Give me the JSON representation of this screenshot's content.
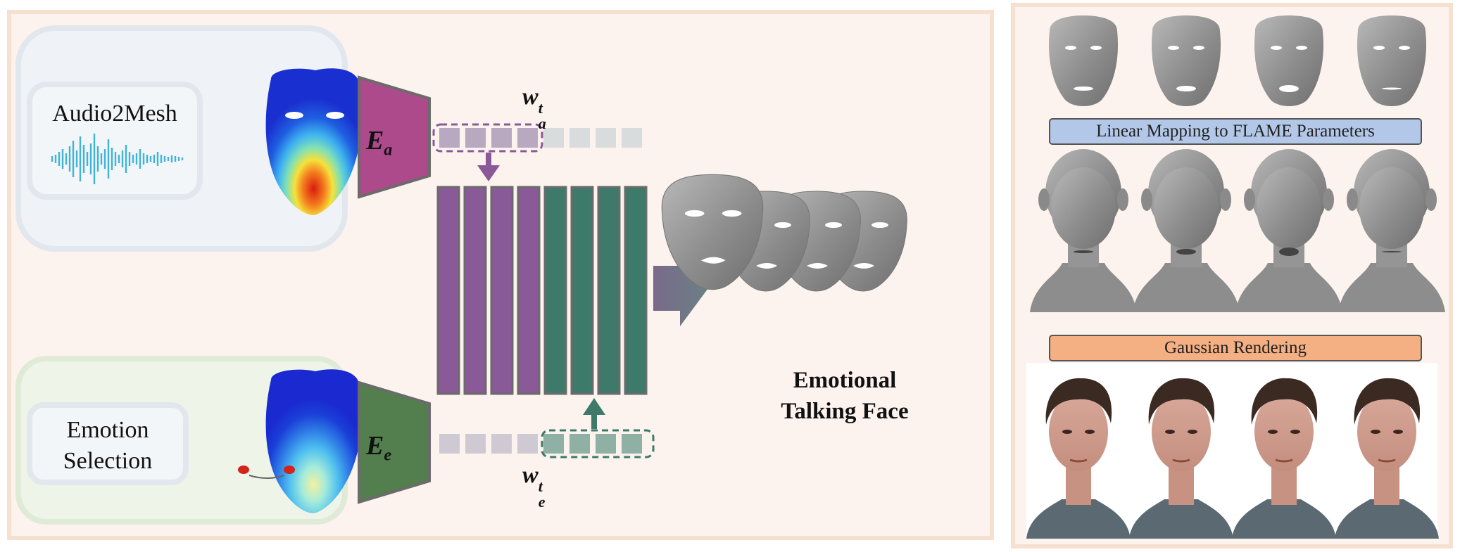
{
  "audio_box": {
    "label": "Audio2Mesh"
  },
  "emotion_box": {
    "line1": "Emotion",
    "line2": "Selection"
  },
  "encoder_audio": {
    "letter": "E",
    "sub": "a"
  },
  "encoder_emotion": {
    "letter": "E",
    "sub": "e"
  },
  "latent_audio": {
    "letter": "w",
    "sub": "a",
    "sup": "t"
  },
  "latent_emotion": {
    "letter": "w",
    "sub": "e",
    "sup": "t"
  },
  "output": {
    "line1": "Emotional",
    "line2": "Talking Face"
  },
  "right_panel": {
    "mapping_label": "Linear Mapping to FLAME Parameters",
    "rendering_label": "Gaussian Rendering"
  },
  "colors": {
    "audio_encoder": "#ad4a8c",
    "emotion_encoder": "#537e4d",
    "audio_feature": "#8a5a98",
    "emotion_feature": "#3d7a6a",
    "mapping_bar": "#b3c8e8",
    "rendering_bar": "#f4b083"
  }
}
